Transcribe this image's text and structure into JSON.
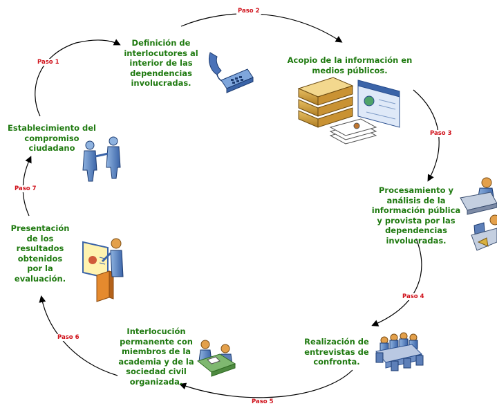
{
  "colors": {
    "stage_text": "#1f7a10",
    "step_label": "#d0121b",
    "arrow": "#000000"
  },
  "stages": [
    {
      "id": "definicion",
      "label": "Definición de\ninterlocutores al\ninterior de las\ndependencias\ninvolucradas.",
      "icon": "telephone-icon"
    },
    {
      "id": "acopio",
      "label": "Acopio de la información en\nmedios públicos.",
      "icon": "books-and-documents-icon"
    },
    {
      "id": "procesamiento",
      "label": "Procesamiento y\nanálisis de la\ninformación pública\ny provista por las\ndependencias\ninvolucradas.",
      "icon": "analysts-at-desk-icon"
    },
    {
      "id": "realizacion",
      "label": "Realización de\nentrevistas de\nconfronta.",
      "icon": "meeting-table-icon"
    },
    {
      "id": "interlocucion",
      "label": "Interlocución\npermanente con\nmiembros de la\nacademia y de la\nsociedad civil\norganizada.",
      "icon": "collaboration-desk-icon"
    },
    {
      "id": "presentacion",
      "label": "Presentación\nde los\nresultados\nobtenidos\npor la\nevaluación.",
      "icon": "presenter-at-podium-icon"
    },
    {
      "id": "establecimiento",
      "label": "Establecimiento del\ncompromiso\nciudadano",
      "icon": "handshake-icon"
    }
  ],
  "steps": [
    "Paso 1",
    "Paso 2",
    "Paso 3",
    "Paso 4",
    "Paso 5",
    "Paso 6",
    "Paso 7"
  ]
}
